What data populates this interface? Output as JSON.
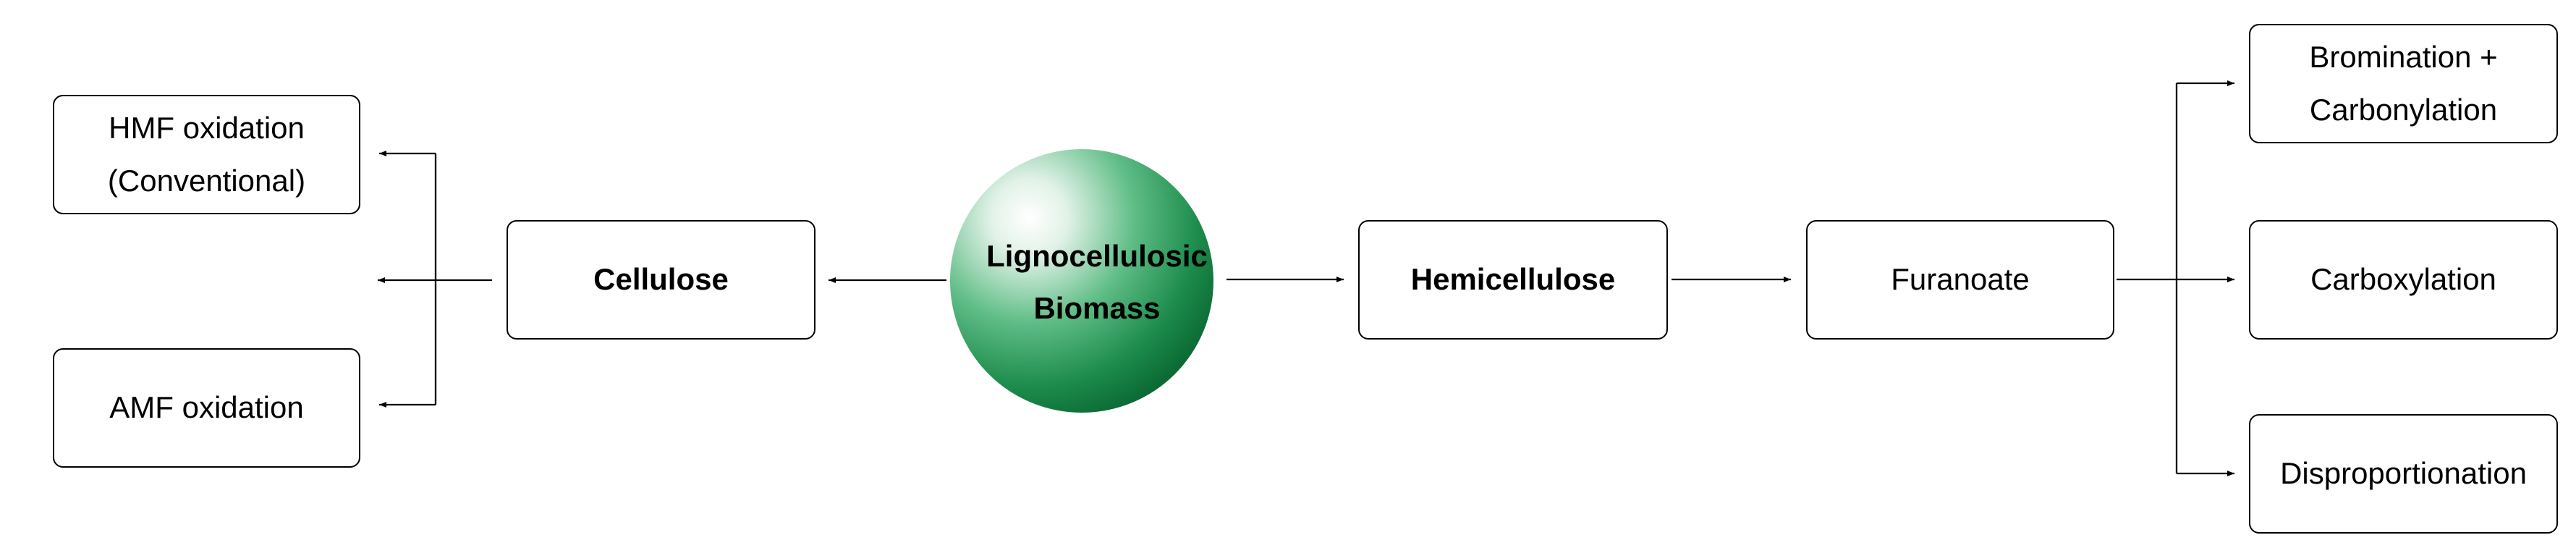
{
  "colors": {
    "sphere_dark": "#0b6b34",
    "sphere_mid": "#2ea360",
    "sphere_highlight": "#ffffff",
    "line": "#000000"
  },
  "center": {
    "line1": "Lignocellulosic",
    "line2": "Biomass"
  },
  "cellulose_branch": {
    "label": "Cellulose",
    "products": [
      {
        "line1": "HMF oxidation",
        "line2": "(Conventional)"
      },
      {
        "line1": "AMF oxidation"
      }
    ]
  },
  "hemicellulose_branch": {
    "label": "Hemicellulose",
    "intermediate": "Furanoate",
    "products": [
      {
        "line1": "Bromination +",
        "line2": "Carbonylation"
      },
      {
        "line1": "Carboxylation"
      },
      {
        "line1": "Disproportionation"
      }
    ]
  }
}
